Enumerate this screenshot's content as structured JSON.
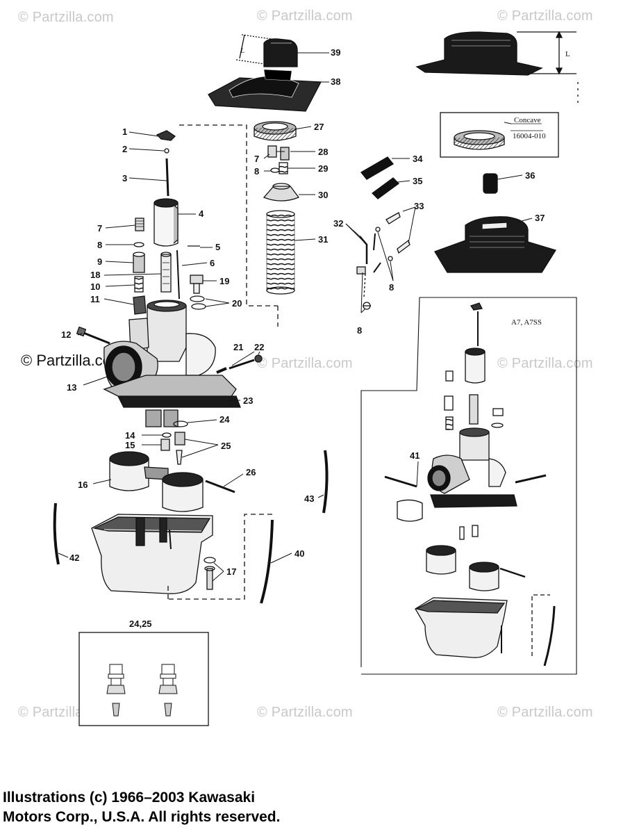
{
  "watermark": "© Partzilla.com",
  "callouts": {
    "c1": "1",
    "c2": "2",
    "c3": "3",
    "c4": "4",
    "c5": "5",
    "c6": "6",
    "c7": "7",
    "c7b": "7",
    "c8": "8",
    "c8b": "8",
    "c8c": "8",
    "c8d": "8",
    "c9": "9",
    "c10": "10",
    "c11": "11",
    "c12": "12",
    "c13": "13",
    "c14": "14",
    "c15": "15",
    "c16": "16",
    "c17": "17",
    "c18": "18",
    "c19": "19",
    "c20": "20",
    "c21": "21",
    "c22": "22",
    "c23": "23",
    "c24": "24",
    "c25": "25",
    "c26": "26",
    "c27": "27",
    "c28": "28",
    "c29": "29",
    "c30": "30",
    "c31": "31",
    "c32": "32",
    "c33": "33",
    "c34": "34",
    "c35": "35",
    "c36": "36",
    "c37": "37",
    "c38": "38",
    "c39": "39",
    "c40": "40",
    "c41": "41",
    "c42": "42",
    "c43": "43"
  },
  "dimension_label": "L",
  "inset_variant_label": "A7, A7SS",
  "inset_box_label": "24,25",
  "concave_label": "Concave",
  "concave_partno": "16004-010",
  "copyright_line1": "Illustrations (c) 1966–2003 Kawasaki",
  "copyright_line2": "Motors Corp., U.S.A.  All rights reserved."
}
